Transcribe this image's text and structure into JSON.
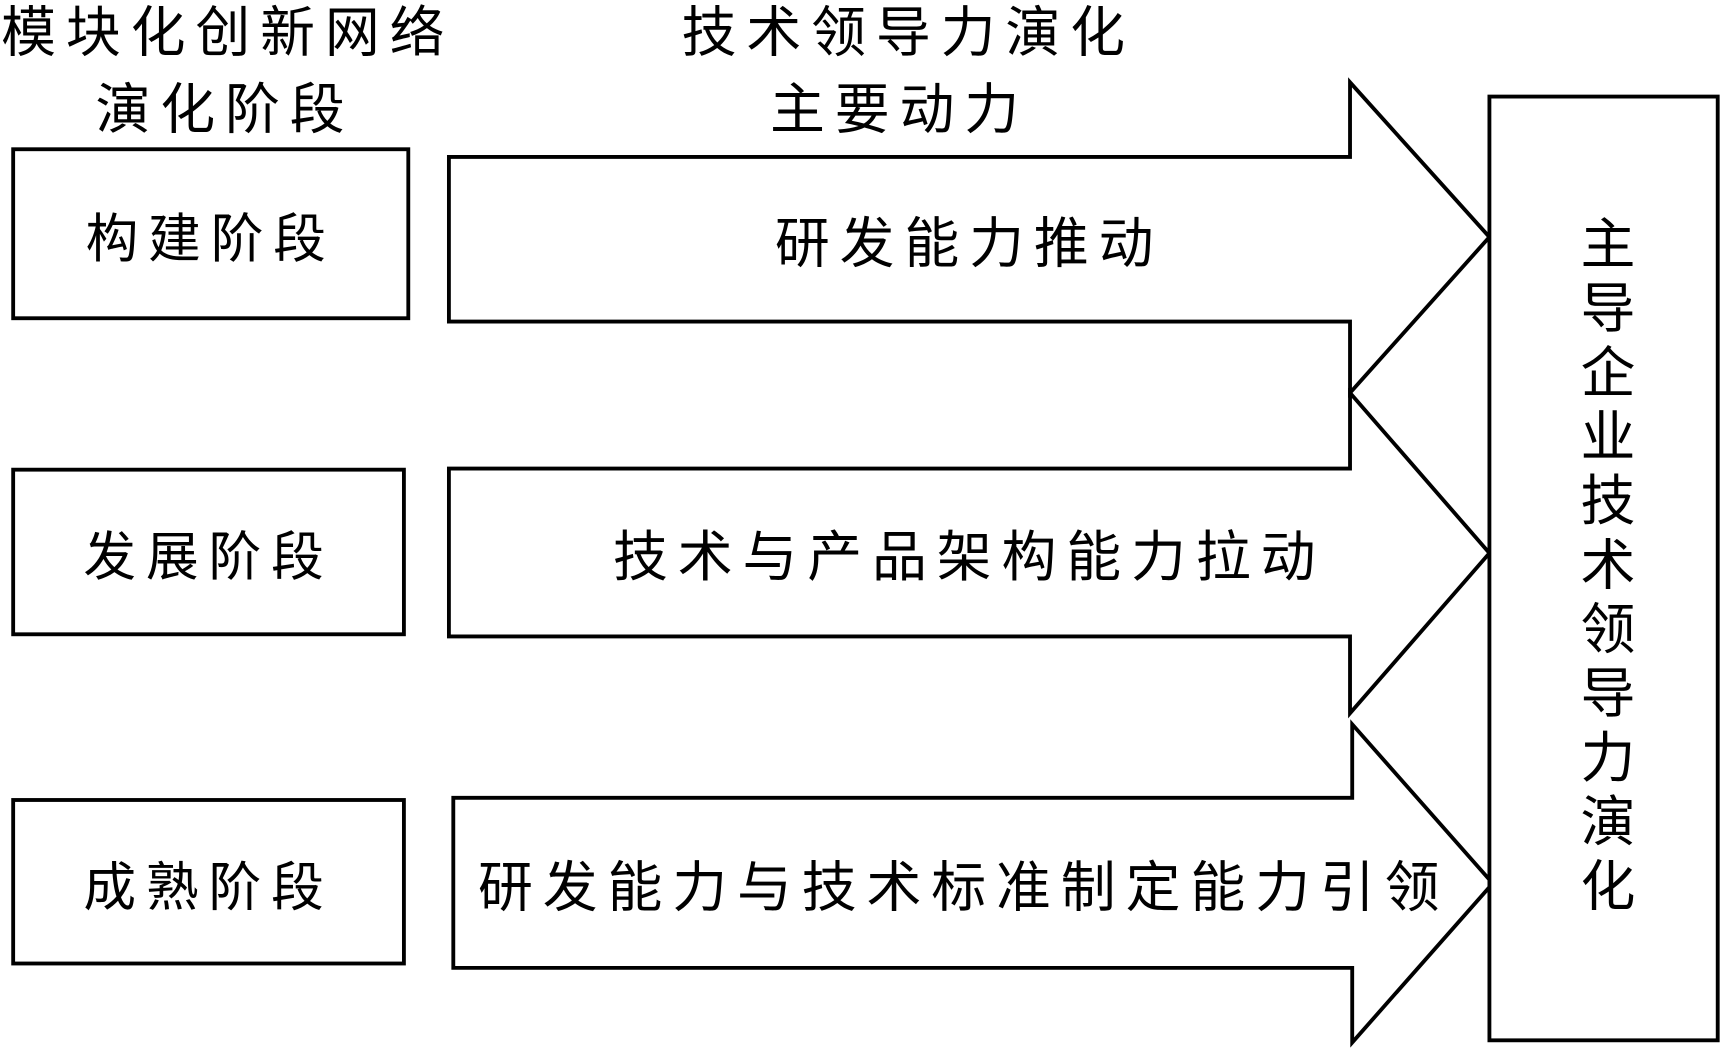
{
  "header": {
    "stage_column_title": [
      "模块化创新网络",
      "演化阶段"
    ],
    "driver_column_title": [
      "技术领导力演化",
      "主要动力"
    ]
  },
  "stages": [
    {
      "label": "构建阶段",
      "driver": "研发能力推动"
    },
    {
      "label": "发展阶段",
      "driver": "技术与产品架构能力拉动"
    },
    {
      "label": "成熟阶段",
      "driver": "研发能力与技术标准制定能力引领"
    }
  ],
  "result": {
    "label": "主导企业技术领导力演化"
  },
  "colors": {
    "stroke": "#000000",
    "fill": "#ffffff",
    "text": "#000000"
  }
}
